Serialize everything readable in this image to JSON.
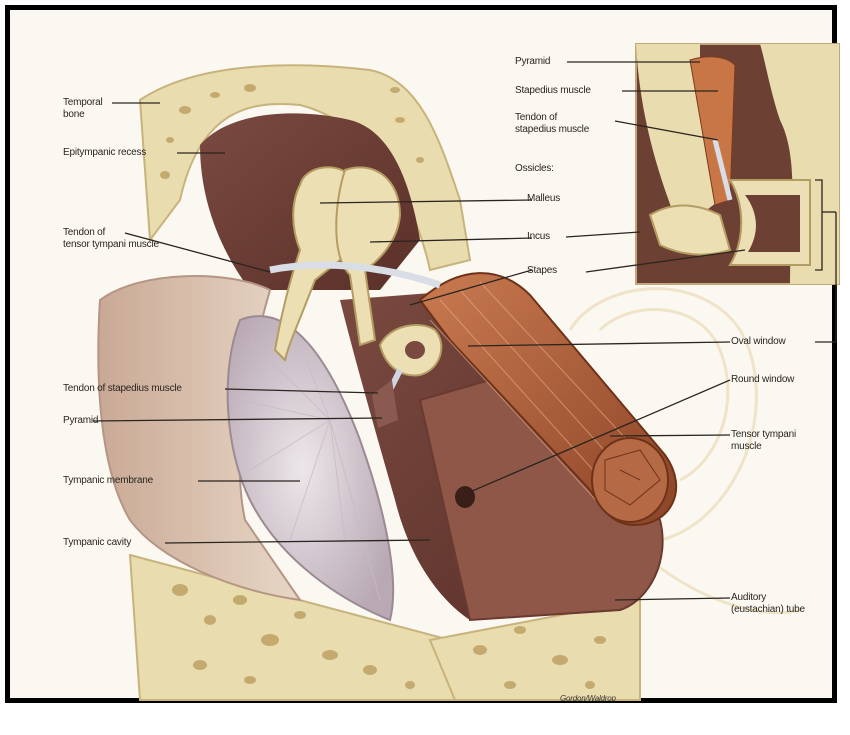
{
  "colors": {
    "bone": "#e9dcae",
    "bone_shadow": "#d5c38a",
    "ossicle": "#ecdfb4",
    "cavity": "#6b3e35",
    "membrane": "#dcd2d6",
    "muscle": "#b8643f",
    "tube": "#8e5748",
    "leader": "#2b2520"
  },
  "labels": {
    "temporal_bone": "Temporal\nbone",
    "epitympanic_recess": "Epitympanic recess",
    "tendon_tensor_tympani": "Tendon of\ntensor tympani muscle",
    "tendon_stapedius": "Tendon of stapedius muscle",
    "pyramid": "Pyramid",
    "tympanic_membrane": "Tympanic membrane",
    "tympanic_cavity": "Tympanic cavity",
    "malleus": "Malleus",
    "incus": "Incus",
    "stapes": "Stapes",
    "oval_window": "Oval window",
    "round_window": "Round window",
    "tensor_tympani_muscle": "Tensor tympani\nmuscle",
    "auditory_tube": "Auditory\n(eustachian) tube",
    "inset_pyramid": "Pyramid",
    "inset_stapedius_muscle": "Stapedius muscle",
    "inset_tendon_stapedius": "Tendon of\nstapedius muscle",
    "inset_ossicles": "Ossicles:",
    "credit": "Gordon/Waldrop"
  }
}
